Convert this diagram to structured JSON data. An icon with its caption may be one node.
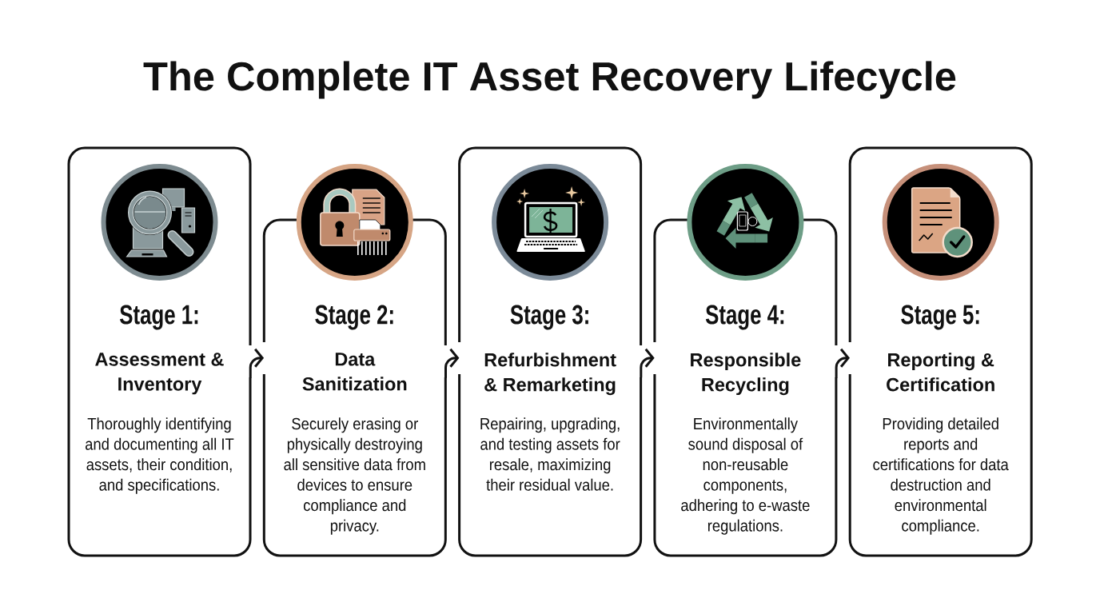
{
  "diagram": {
    "title": "The Complete IT Asset Recovery Lifecycle",
    "nodes": [
      {
        "text": [
          "Stage 1:",
          "Assessment & Inventory",
          "Thoroughly identifying and documenting all IT assets, their condition, and specifications."
        ]
      },
      {
        "text": [
          "Stage 2:",
          "Data Sanitization",
          "Securely erasing or physically destroying all sensitive data from devices to ensure compliance and privacy."
        ]
      },
      {
        "text": [
          "Stage 3:",
          "Refurbishment & Remarketing",
          "Repairing, upgrading, and testing assets for resale, maximizing their residual value."
        ]
      },
      {
        "text": [
          "Stage 4:",
          "Responsible Recycling",
          "Environmentally sound disposal of non-reusable components, adhering to e-waste regulations."
        ]
      },
      {
        "text": [
          "Stage 5:",
          "Reporting & Certification",
          "Providing detailed reports and certifications for data destruction and environmental compliance."
        ]
      }
    ],
    "edges": [
      {
        "from": 0,
        "to": 1,
        "arrow": "to"
      },
      {
        "from": 1,
        "to": 2,
        "arrow": "to"
      },
      {
        "from": 2,
        "to": 3,
        "arrow": "to"
      },
      {
        "from": 3,
        "to": 4,
        "arrow": "to"
      }
    ]
  }
}
